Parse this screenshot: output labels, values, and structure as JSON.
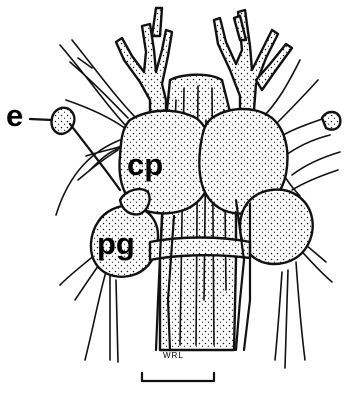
{
  "figure": {
    "labels": {
      "cp": "cp",
      "pg": "pg",
      "e": "e",
      "initials": "WRL"
    },
    "colors": {
      "ink": "#111111",
      "background": "#ffffff"
    }
  }
}
